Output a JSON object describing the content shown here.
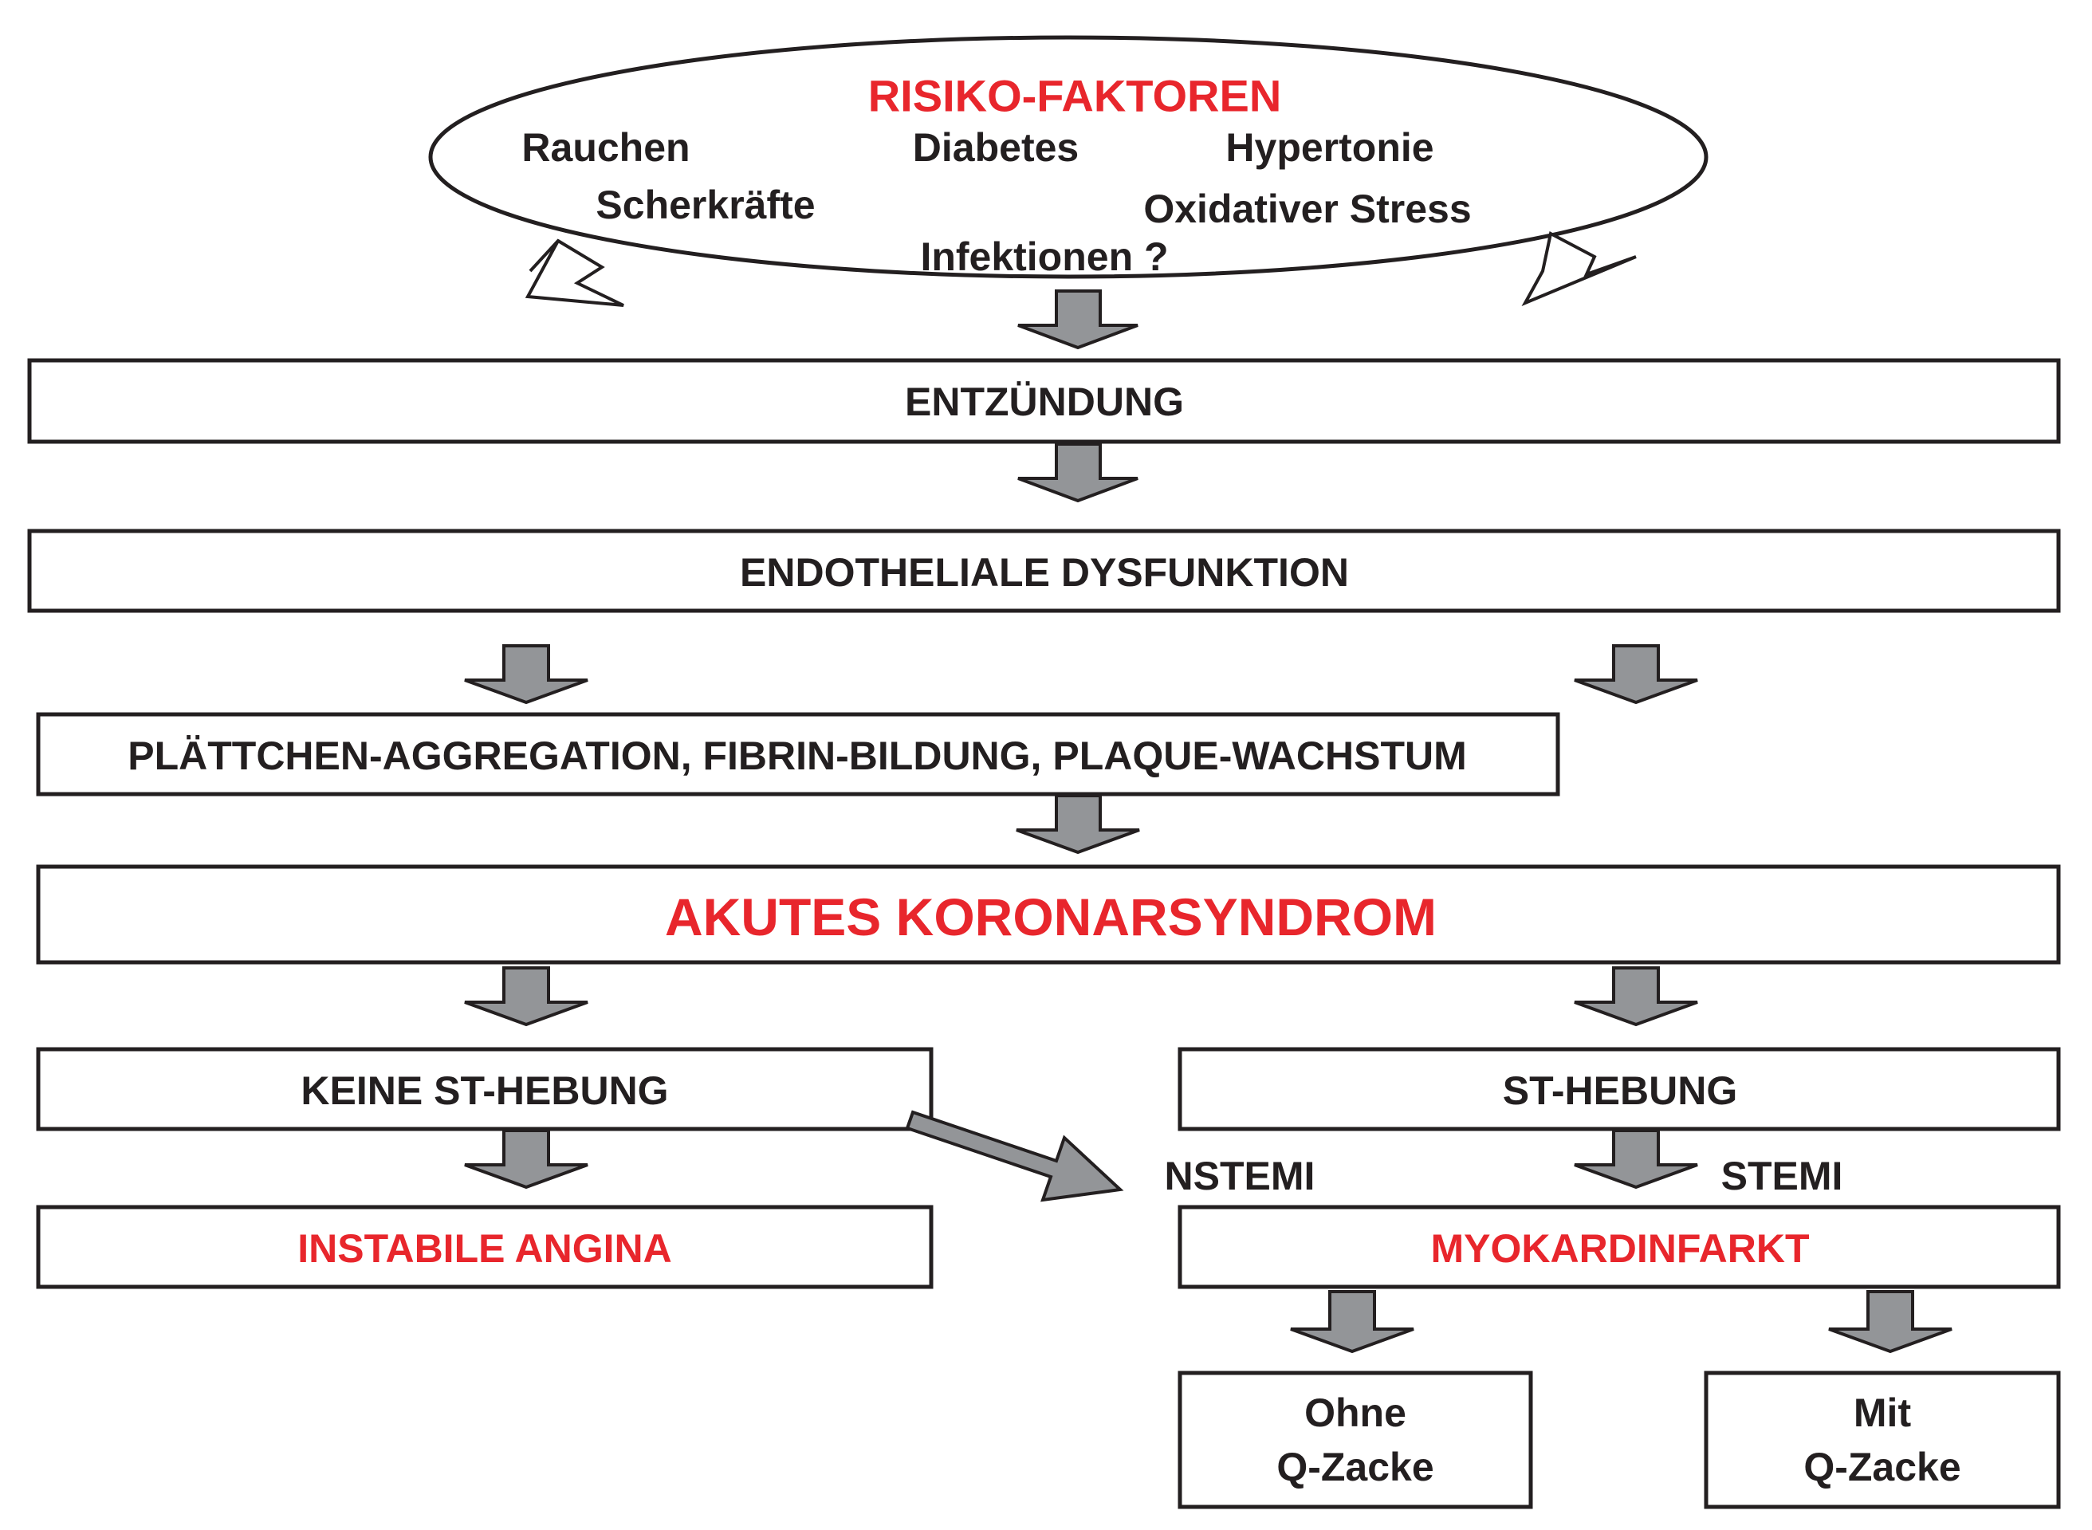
{
  "risk_factors": {
    "title": "RISIKO-FAKTOREN",
    "items": [
      "Rauchen",
      "Diabetes",
      "Hypertonie",
      "Scherkräfte",
      "Oxidativer Stress",
      "Infektionen ?"
    ]
  },
  "boxes": {
    "entzuendung": "ENTZÜNDUNG",
    "endothel": "ENDOTHELIALE DYSFUNKTION",
    "plaetten": "PLÄTTCHEN-AGGREGATION, FIBRIN-BILDUNG, PLAQUE-WACHSTUM",
    "aks": "AKUTES KORONARSYNDROM",
    "keine_st": "KEINE ST-HEBUNG",
    "st": "ST-HEBUNG",
    "instabile": "INSTABILE ANGINA",
    "myokard": "MYOKARDINFARKT",
    "ohne_1": "Ohne",
    "ohne_2": "Q-Zacke",
    "mit_1": "Mit",
    "mit_2": "Q-Zacke"
  },
  "labels": {
    "nstemi": "NSTEMI",
    "stemi": "STEMI"
  },
  "colors": {
    "accent_red": "#e8262c",
    "text": "#231f20",
    "arrow_fill": "#939598",
    "outline": "#231f20"
  }
}
